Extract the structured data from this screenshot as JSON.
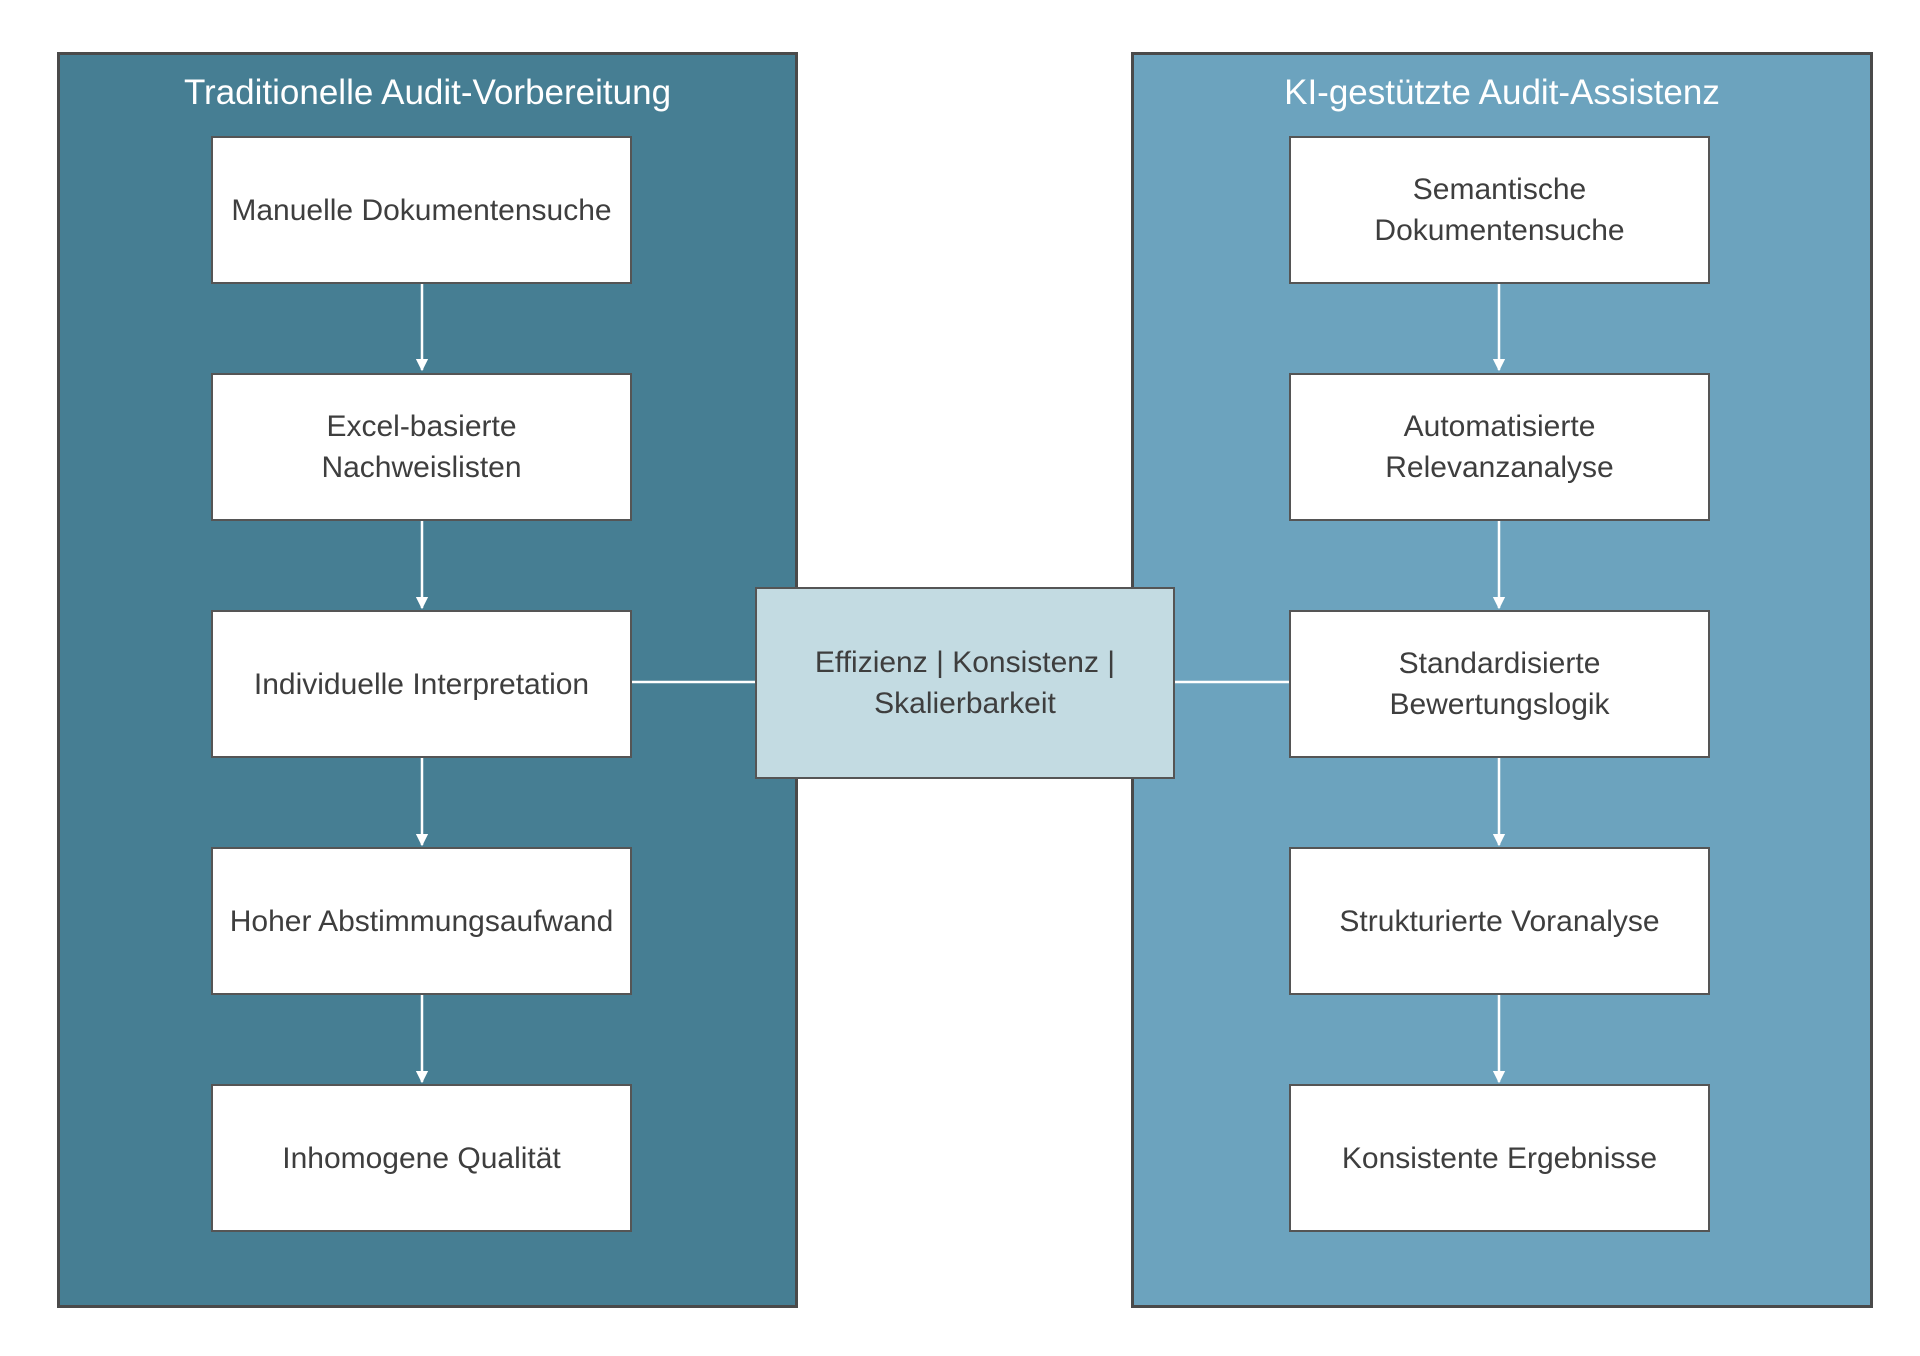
{
  "left_panel": {
    "title": "Traditionelle Audit-Vorbereitung",
    "steps": [
      {
        "label": "Manuelle Dokumentensuche"
      },
      {
        "label": "Excel-basierte Nachweislisten"
      },
      {
        "label": "Individuelle Interpretation"
      },
      {
        "label": "Hoher Abstimmungsaufwand"
      },
      {
        "label": "Inhomogene Qualität"
      }
    ]
  },
  "right_panel": {
    "title": "KI-gestützte Audit-Assistenz",
    "steps": [
      {
        "label": "Semantische Dokumentensuche"
      },
      {
        "label": "Automatisierte Relevanzanalyse"
      },
      {
        "label": "Standardisierte Bewertungslogik"
      },
      {
        "label": "Strukturierte Voranalyse"
      },
      {
        "label": "Konsistente Ergebnisse"
      }
    ]
  },
  "center": {
    "label": "Effizienz | Konsistenz | Skalierbarkeit"
  },
  "colors": {
    "left_panel_bg": "#467e93",
    "right_panel_bg": "#6ca3be",
    "center_bg": "#c3dbe2",
    "connector": "#ffffff",
    "border": "#4a4a4a"
  }
}
